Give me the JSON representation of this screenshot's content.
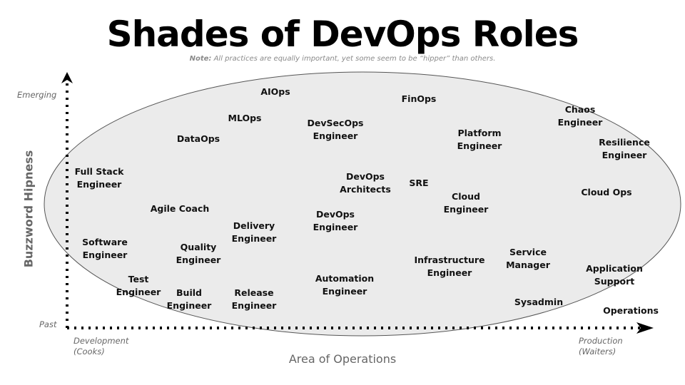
{
  "title": "Shades of DevOps Roles",
  "note": {
    "label": "Note:",
    "text": " All practices are equally important, yet some seem to be “hipper” than others."
  },
  "y_axis": {
    "title": "Buzzword Hipness",
    "top_label": "Emerging",
    "bottom_label": "Past"
  },
  "x_axis": {
    "title": "Area of Operations",
    "left_label": "Development\n(Cooks)",
    "right_label": "Production\n(Waiters)",
    "right_top_label": "Operations"
  },
  "colors": {
    "ellipse_fill": "#ebebeb",
    "ellipse_stroke": "#555555",
    "axis": "#000000",
    "role_text": "#111111",
    "muted": "#666666"
  },
  "roles": [
    {
      "id": "aiops",
      "label": "AIOps"
    },
    {
      "id": "finops",
      "label": "FinOps"
    },
    {
      "id": "mlops",
      "label": "MLOps"
    },
    {
      "id": "devsecops-engineer",
      "label": "DevSecOps\nEngineer"
    },
    {
      "id": "chaos-engineer",
      "label": "Chaos\nEngineer"
    },
    {
      "id": "dataops",
      "label": "DataOps"
    },
    {
      "id": "platform-engineer",
      "label": "Platform\nEngineer"
    },
    {
      "id": "resilience-engineer",
      "label": "Resilience\nEngineer"
    },
    {
      "id": "full-stack-engineer",
      "label": "Full Stack\nEngineer"
    },
    {
      "id": "devops-architects",
      "label": "DevOps\nArchitects"
    },
    {
      "id": "sre",
      "label": "SRE"
    },
    {
      "id": "cloud-engineer",
      "label": "Cloud\nEngineer"
    },
    {
      "id": "cloud-ops",
      "label": "Cloud Ops"
    },
    {
      "id": "agile-coach",
      "label": "Agile Coach"
    },
    {
      "id": "devops-engineer",
      "label": "DevOps\nEngineer"
    },
    {
      "id": "delivery-engineer",
      "label": "Delivery\nEngineer"
    },
    {
      "id": "software-engineer",
      "label": "Software\nEngineer"
    },
    {
      "id": "quality-engineer",
      "label": "Quality\nEngineer"
    },
    {
      "id": "infrastructure-engineer",
      "label": "Infrastructure\nEngineer"
    },
    {
      "id": "service-manager",
      "label": "Service\nManager"
    },
    {
      "id": "application-support",
      "label": "Application\nSupport"
    },
    {
      "id": "test-engineer",
      "label": "Test\nEngineer"
    },
    {
      "id": "build-engineer",
      "label": "Build\nEngineer"
    },
    {
      "id": "release-engineer",
      "label": "Release\nEngineer"
    },
    {
      "id": "automation-engineer",
      "label": "Automation\nEngineer"
    },
    {
      "id": "sysadmin",
      "label": "Sysadmin"
    }
  ]
}
